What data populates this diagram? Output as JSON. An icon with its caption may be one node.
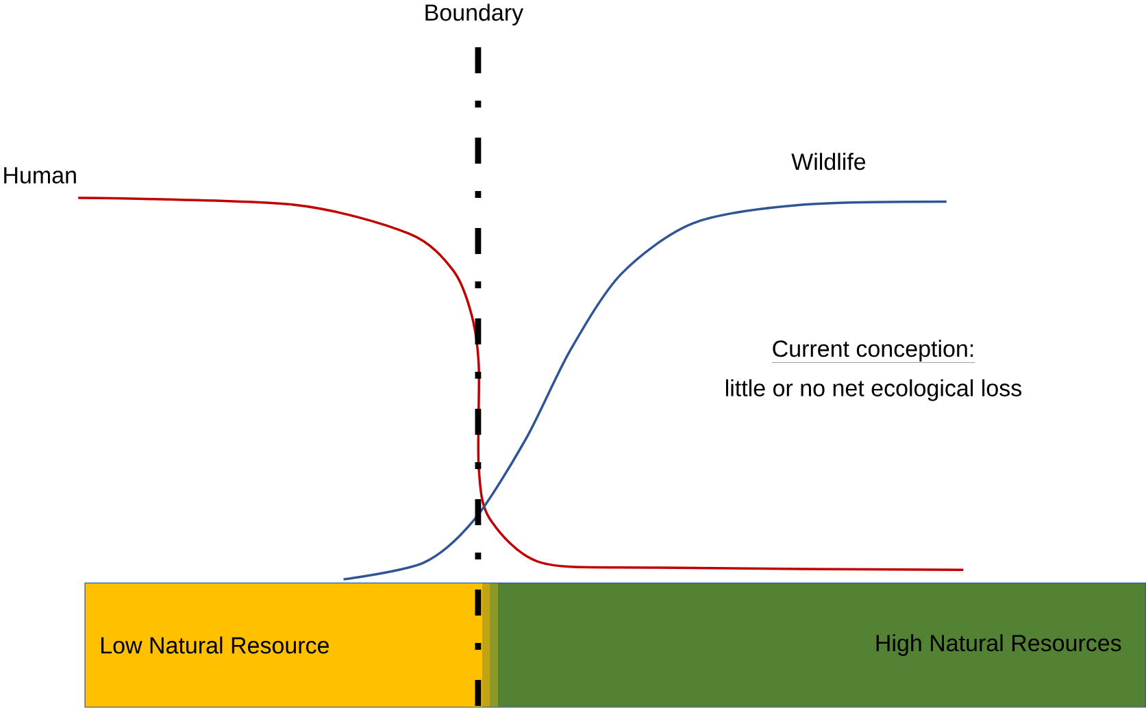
{
  "diagram": {
    "nodes": [
      {
        "text": [
          "Low Natural Resource"
        ]
      },
      {
        "text": [
          "High Natural Resources"
        ]
      }
    ],
    "labels": [
      "Boundary",
      "Human",
      "Wildlife",
      "Current conception:",
      "little or no net ecological loss"
    ]
  }
}
